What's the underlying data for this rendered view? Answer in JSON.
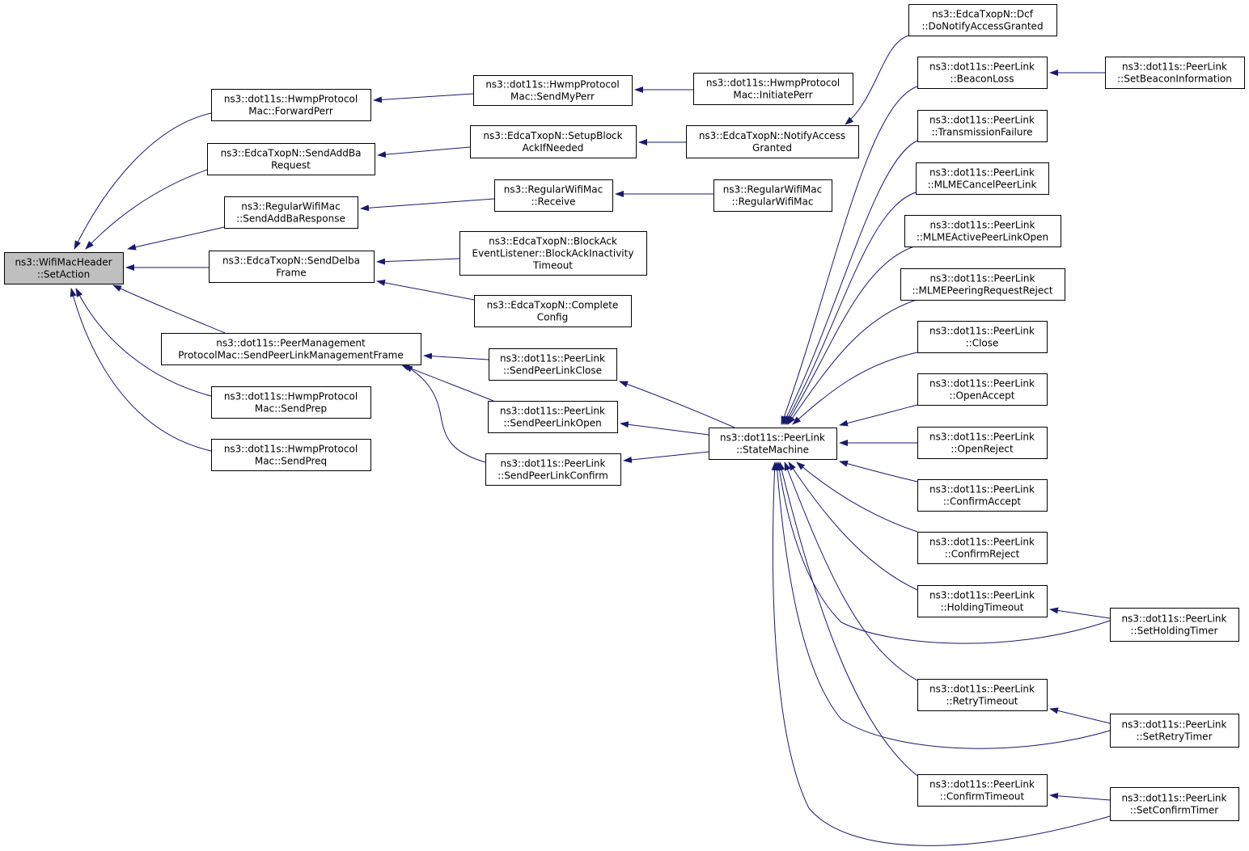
{
  "diagram": {
    "type": "call-graph",
    "colors": {
      "edge": "#191970",
      "node_border": "#000000",
      "root_fill": "#bfbfbf",
      "node_fill": "#ffffff"
    },
    "nodes": [
      {
        "id": "setaction",
        "lines": [
          "ns3::WifiMacHeader",
          "::SetAction"
        ]
      },
      {
        "id": "forwardperr",
        "lines": [
          "ns3::dot11s::HwmpProtocol",
          "Mac::ForwardPerr"
        ]
      },
      {
        "id": "sendaddbareq",
        "lines": [
          "ns3::EdcaTxopN::SendAddBa",
          "Request"
        ]
      },
      {
        "id": "sendaddbaresp",
        "lines": [
          "ns3::RegularWifiMac",
          "::SendAddBaResponse"
        ]
      },
      {
        "id": "senddelba",
        "lines": [
          "ns3::EdcaTxopN::SendDelba",
          "Frame"
        ]
      },
      {
        "id": "sendplmf",
        "lines": [
          "ns3::dot11s::PeerManagement",
          "ProtocolMac::SendPeerLinkManagementFrame"
        ]
      },
      {
        "id": "sendprep",
        "lines": [
          "ns3::dot11s::HwmpProtocol",
          "Mac::SendPrep"
        ]
      },
      {
        "id": "sendpreq",
        "lines": [
          "ns3::dot11s::HwmpProtocol",
          "Mac::SendPreq"
        ]
      },
      {
        "id": "sendmyperr",
        "lines": [
          "ns3::dot11s::HwmpProtocol",
          "Mac::SendMyPerr"
        ]
      },
      {
        "id": "setupblock",
        "lines": [
          "ns3::EdcaTxopN::SetupBlock",
          "AckIfNeeded"
        ]
      },
      {
        "id": "receive",
        "lines": [
          "ns3::RegularWifiMac",
          "::Receive"
        ]
      },
      {
        "id": "blockack",
        "lines": [
          "ns3::EdcaTxopN::BlockAck",
          "EventListener::BlockAckInactivity",
          "Timeout"
        ]
      },
      {
        "id": "completeconfig",
        "lines": [
          "ns3::EdcaTxopN::Complete",
          "Config"
        ]
      },
      {
        "id": "sendplclose",
        "lines": [
          "ns3::dot11s::PeerLink",
          "::SendPeerLinkClose"
        ]
      },
      {
        "id": "sendplopen",
        "lines": [
          "ns3::dot11s::PeerLink",
          "::SendPeerLinkOpen"
        ]
      },
      {
        "id": "sendplconfirm",
        "lines": [
          "ns3::dot11s::PeerLink",
          "::SendPeerLinkConfirm"
        ]
      },
      {
        "id": "initiateperr",
        "lines": [
          "ns3::dot11s::HwmpProtocol",
          "Mac::InitiatePerr"
        ]
      },
      {
        "id": "notifyaccess",
        "lines": [
          "ns3::EdcaTxopN::NotifyAccess",
          "Granted"
        ]
      },
      {
        "id": "regularwifimac",
        "lines": [
          "ns3::RegularWifiMac",
          "::RegularWifiMac"
        ]
      },
      {
        "id": "statemachine",
        "lines": [
          "ns3::dot11s::PeerLink",
          "::StateMachine"
        ]
      },
      {
        "id": "donotify",
        "lines": [
          "ns3::EdcaTxopN::Dcf",
          "::DoNotifyAccessGranted"
        ]
      },
      {
        "id": "beaconloss",
        "lines": [
          "ns3::dot11s::PeerLink",
          "::BeaconLoss"
        ]
      },
      {
        "id": "txfailure",
        "lines": [
          "ns3::dot11s::PeerLink",
          "::TransmissionFailure"
        ]
      },
      {
        "id": "mlmecancel",
        "lines": [
          "ns3::dot11s::PeerLink",
          "::MLMECancelPeerLink"
        ]
      },
      {
        "id": "mlmeactive",
        "lines": [
          "ns3::dot11s::PeerLink",
          "::MLMEActivePeerLinkOpen"
        ]
      },
      {
        "id": "mlmepeering",
        "lines": [
          "ns3::dot11s::PeerLink",
          "::MLMEPeeringRequestReject"
        ]
      },
      {
        "id": "close",
        "lines": [
          "ns3::dot11s::PeerLink",
          "::Close"
        ]
      },
      {
        "id": "openaccept",
        "lines": [
          "ns3::dot11s::PeerLink",
          "::OpenAccept"
        ]
      },
      {
        "id": "openreject",
        "lines": [
          "ns3::dot11s::PeerLink",
          "::OpenReject"
        ]
      },
      {
        "id": "confirmaccept",
        "lines": [
          "ns3::dot11s::PeerLink",
          "::ConfirmAccept"
        ]
      },
      {
        "id": "confirmreject",
        "lines": [
          "ns3::dot11s::PeerLink",
          "::ConfirmReject"
        ]
      },
      {
        "id": "holdingtimeout",
        "lines": [
          "ns3::dot11s::PeerLink",
          "::HoldingTimeout"
        ]
      },
      {
        "id": "retrytimeout",
        "lines": [
          "ns3::dot11s::PeerLink",
          "::RetryTimeout"
        ]
      },
      {
        "id": "confirmtimeout",
        "lines": [
          "ns3::dot11s::PeerLink",
          "::ConfirmTimeout"
        ]
      },
      {
        "id": "setbeacon",
        "lines": [
          "ns3::dot11s::PeerLink",
          "::SetBeaconInformation"
        ]
      },
      {
        "id": "setholding",
        "lines": [
          "ns3::dot11s::PeerLink",
          "::SetHoldingTimer"
        ]
      },
      {
        "id": "setretry",
        "lines": [
          "ns3::dot11s::PeerLink",
          "::SetRetryTimer"
        ]
      },
      {
        "id": "setconfirm",
        "lines": [
          "ns3::dot11s::PeerLink",
          "::SetConfirmTimer"
        ]
      }
    ],
    "edges": [
      {
        "from": "forwardperr",
        "to": "setaction"
      },
      {
        "from": "sendaddbareq",
        "to": "setaction"
      },
      {
        "from": "sendaddbaresp",
        "to": "setaction"
      },
      {
        "from": "senddelba",
        "to": "setaction"
      },
      {
        "from": "sendplmf",
        "to": "setaction"
      },
      {
        "from": "sendprep",
        "to": "setaction"
      },
      {
        "from": "sendpreq",
        "to": "setaction"
      },
      {
        "from": "sendmyperr",
        "to": "forwardperr"
      },
      {
        "from": "setupblock",
        "to": "sendaddbareq"
      },
      {
        "from": "receive",
        "to": "sendaddbaresp"
      },
      {
        "from": "blockack",
        "to": "senddelba"
      },
      {
        "from": "completeconfig",
        "to": "senddelba"
      },
      {
        "from": "sendplclose",
        "to": "sendplmf"
      },
      {
        "from": "sendplopen",
        "to": "sendplmf"
      },
      {
        "from": "sendplconfirm",
        "to": "sendplmf"
      },
      {
        "from": "initiateperr",
        "to": "sendmyperr"
      },
      {
        "from": "notifyaccess",
        "to": "setupblock"
      },
      {
        "from": "regularwifimac",
        "to": "receive"
      },
      {
        "from": "statemachine",
        "to": "sendplclose"
      },
      {
        "from": "statemachine",
        "to": "sendplopen"
      },
      {
        "from": "statemachine",
        "to": "sendplconfirm"
      },
      {
        "from": "donotify",
        "to": "notifyaccess"
      },
      {
        "from": "beaconloss",
        "to": "statemachine"
      },
      {
        "from": "txfailure",
        "to": "statemachine"
      },
      {
        "from": "mlmecancel",
        "to": "statemachine"
      },
      {
        "from": "mlmeactive",
        "to": "statemachine"
      },
      {
        "from": "mlmepeering",
        "to": "statemachine"
      },
      {
        "from": "close",
        "to": "statemachine"
      },
      {
        "from": "openaccept",
        "to": "statemachine"
      },
      {
        "from": "openreject",
        "to": "statemachine"
      },
      {
        "from": "confirmaccept",
        "to": "statemachine"
      },
      {
        "from": "confirmreject",
        "to": "statemachine"
      },
      {
        "from": "holdingtimeout",
        "to": "statemachine"
      },
      {
        "from": "retrytimeout",
        "to": "statemachine"
      },
      {
        "from": "confirmtimeout",
        "to": "statemachine"
      },
      {
        "from": "setholding",
        "to": "statemachine"
      },
      {
        "from": "setretry",
        "to": "statemachine"
      },
      {
        "from": "setconfirm",
        "to": "statemachine"
      },
      {
        "from": "setbeacon",
        "to": "beaconloss"
      },
      {
        "from": "setholding",
        "to": "holdingtimeout"
      },
      {
        "from": "setretry",
        "to": "retrytimeout"
      },
      {
        "from": "setconfirm",
        "to": "confirmtimeout"
      }
    ]
  }
}
